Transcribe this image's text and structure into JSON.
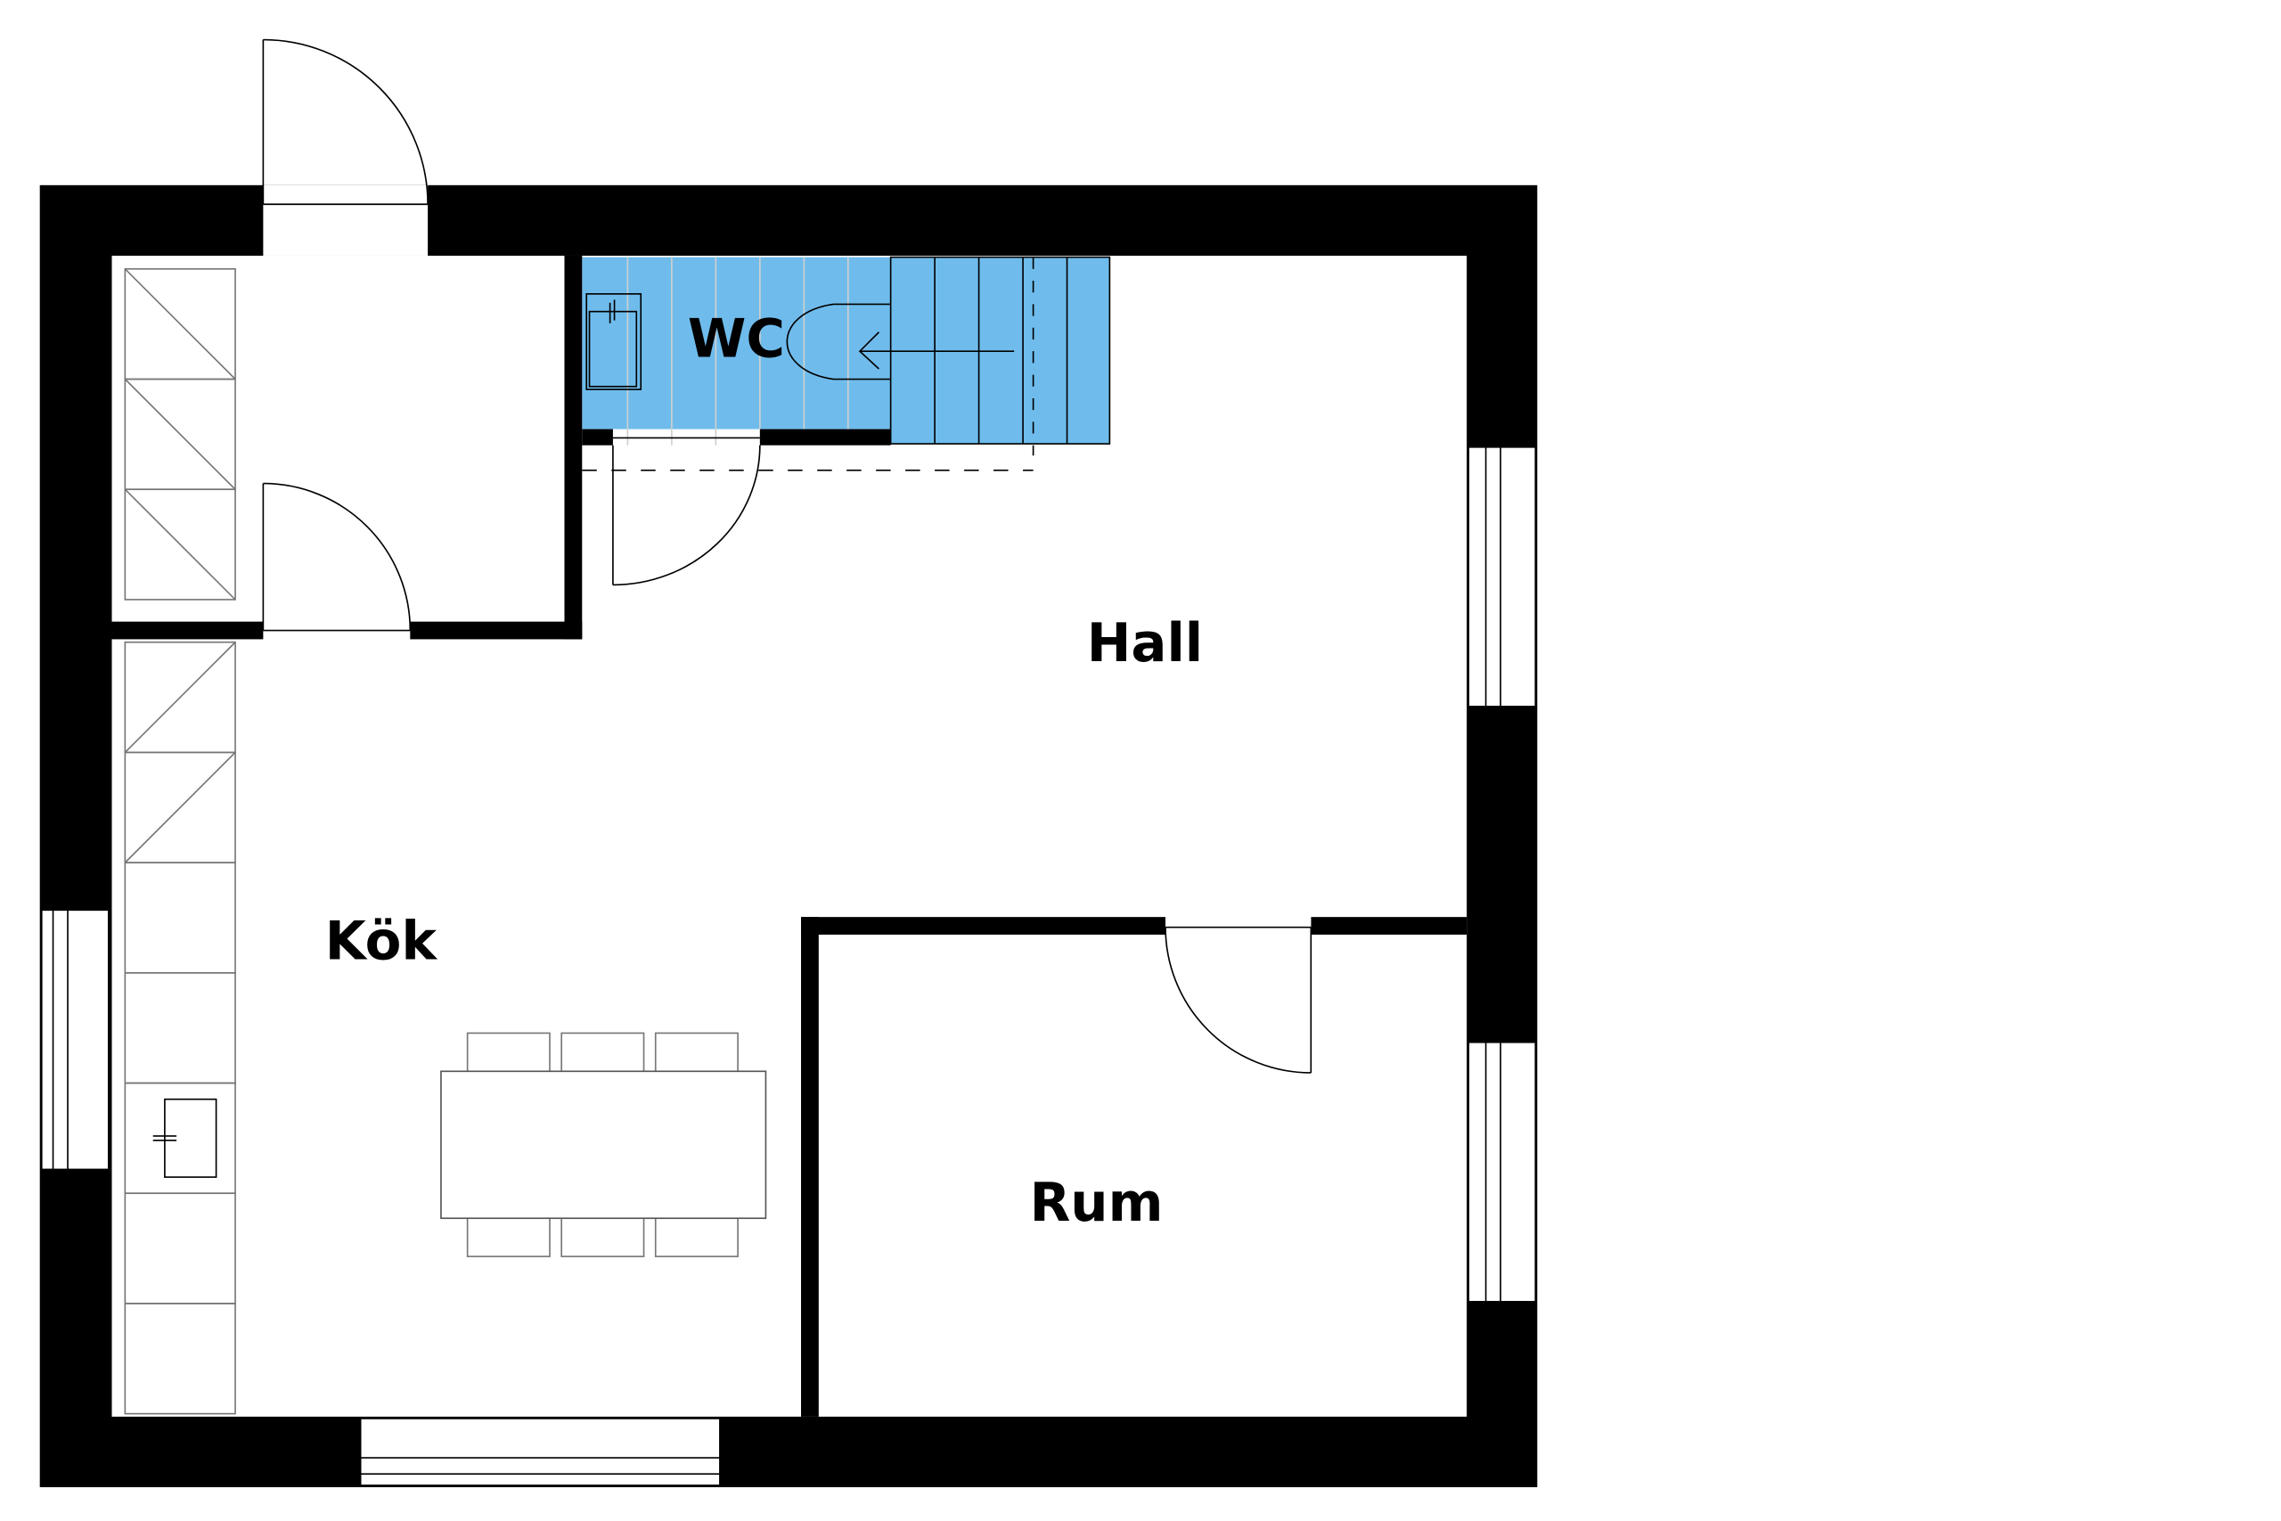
{
  "floorplan": {
    "rooms": [
      {
        "name": "WC"
      },
      {
        "name": "Hall"
      },
      {
        "name": "Kök"
      },
      {
        "name": "Rum"
      }
    ],
    "colors": {
      "wall": "#000000",
      "wc_floor": "#6fbcec",
      "background": "#ffffff"
    }
  }
}
